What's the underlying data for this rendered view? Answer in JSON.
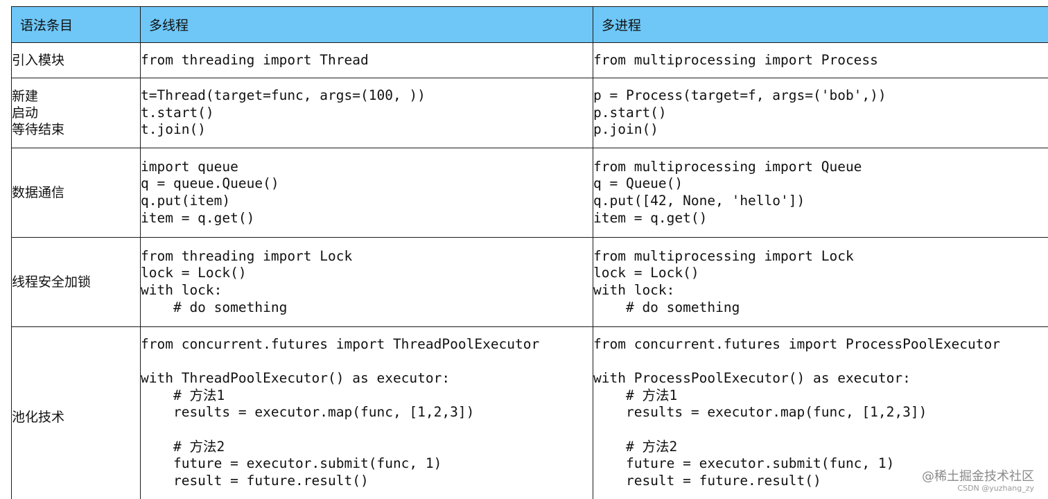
{
  "header": {
    "col1": "语法条目",
    "col2": "多线程",
    "col3": "多进程"
  },
  "rows": [
    {
      "label": [
        "引入模块"
      ],
      "thread": "from threading import Thread",
      "process": "from multiprocessing import Process"
    },
    {
      "label": [
        "新建",
        "启动",
        "等待结束"
      ],
      "thread": "t=Thread(target=func, args=(100, ))\nt.start()\nt.join()",
      "process": "p = Process(target=f, args=('bob',))\np.start()\np.join()"
    },
    {
      "label": [
        "数据通信"
      ],
      "thread": "import queue\nq = queue.Queue()\nq.put(item)\nitem = q.get()",
      "process": "from multiprocessing import Queue\nq = Queue()\nq.put([42, None, 'hello'])\nitem = q.get()"
    },
    {
      "label": [
        "线程安全加锁"
      ],
      "thread": "from threading import Lock\nlock = Lock()\nwith lock:\n    # do something",
      "process": "from multiprocessing import Lock\nlock = Lock()\nwith lock:\n    # do something"
    },
    {
      "label": [
        "池化技术"
      ],
      "thread": "from concurrent.futures import ThreadPoolExecutor\n\nwith ThreadPoolExecutor() as executor:\n    # 方法1\n    results = executor.map(func, [1,2,3])\n\n    # 方法2\n    future = executor.submit(func, 1)\n    result = future.result()",
      "process": "from concurrent.futures import ProcessPoolExecutor\n\nwith ProcessPoolExecutor() as executor:\n    # 方法1\n    results = executor.map(func, [1,2,3])\n\n    # 方法2\n    future = executor.submit(func, 1)\n    result = future.result()"
    }
  ],
  "watermark": {
    "main": "@稀土掘金技术社区",
    "sub": "CSDN @yuzhang_zy"
  },
  "colors": {
    "header_bg": "#6ec7f7",
    "border": "#1a1a1a",
    "text": "#111111",
    "watermark": "#8a8a8a"
  }
}
